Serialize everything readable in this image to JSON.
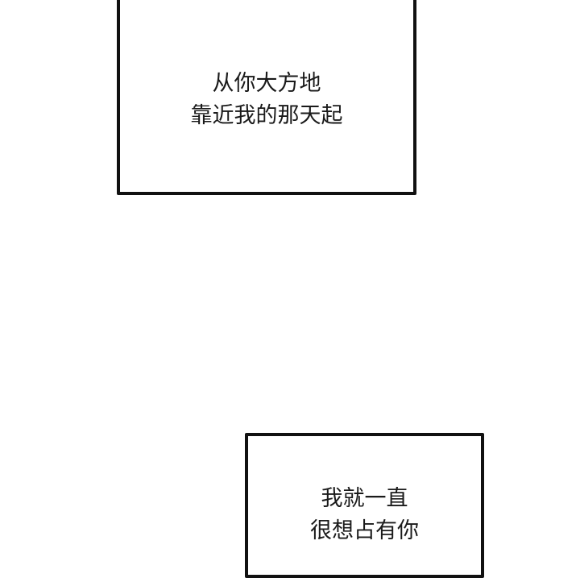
{
  "panels": [
    {
      "lines": [
        "从你大方地",
        "靠近我的那天起"
      ]
    },
    {
      "lines": [
        "我就一直",
        "很想占有你"
      ]
    }
  ],
  "colors": {
    "background": "#ffffff",
    "border": "#111111",
    "text": "#1a1a1a"
  }
}
